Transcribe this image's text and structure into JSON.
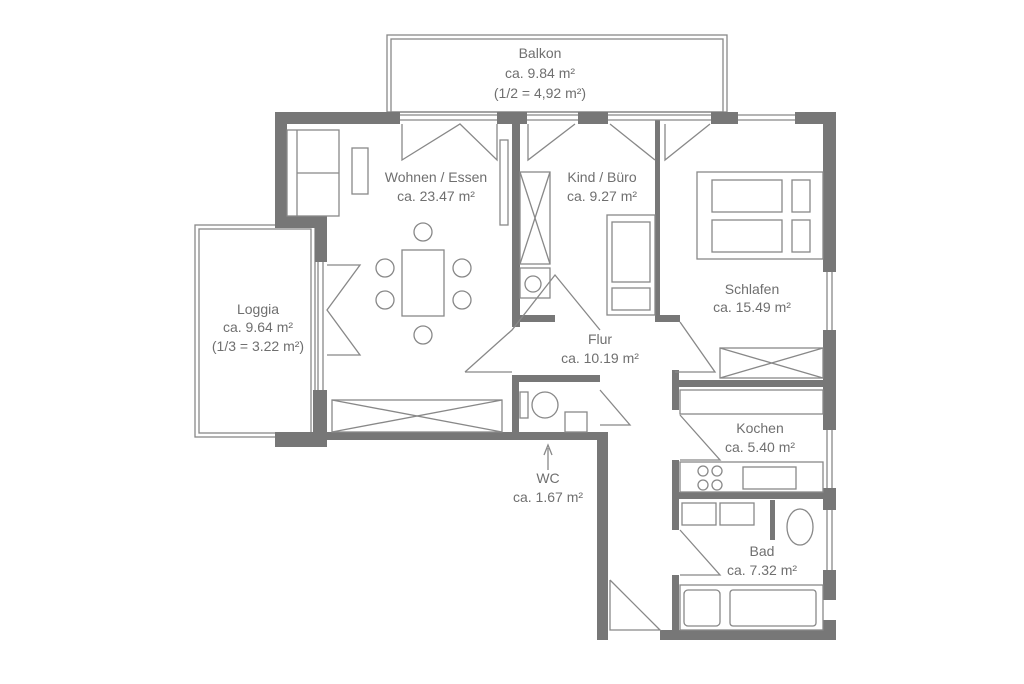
{
  "rooms": {
    "balkon": {
      "name": "Balkon",
      "area": "ca. 9.84 m²",
      "note": "(1/2 = 4,92 m²)"
    },
    "wohnen": {
      "name": "Wohnen / Essen",
      "area": "ca. 23.47 m²"
    },
    "kind": {
      "name": "Kind / Büro",
      "area": "ca. 9.27 m²"
    },
    "schlafen": {
      "name": "Schlafen",
      "area": "ca. 15.49 m²"
    },
    "loggia": {
      "name": "Loggia",
      "area": "ca. 9.64 m²",
      "note": "(1/3 = 3.22 m²)"
    },
    "flur": {
      "name": "Flur",
      "area": "ca. 10.19 m²"
    },
    "kochen": {
      "name": "Kochen",
      "area": "ca. 5.40 m²"
    },
    "wc": {
      "name": "WC",
      "area": "ca. 1.67 m²"
    },
    "bad": {
      "name": "Bad",
      "area": "ca. 7.32 m²"
    }
  },
  "colors": {
    "wall": "#777777",
    "line": "#888888",
    "text": "#6f6f6f"
  }
}
